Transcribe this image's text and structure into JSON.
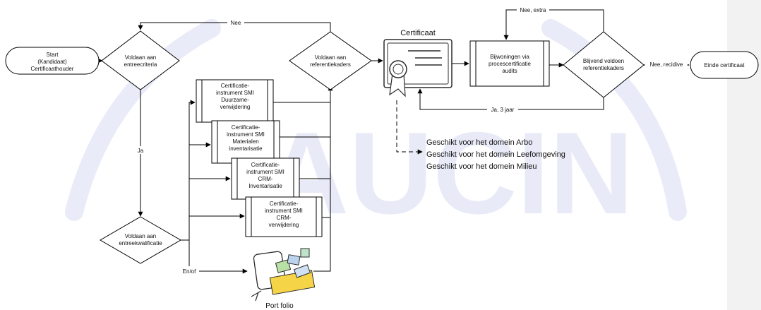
{
  "nodes": {
    "start": [
      "Start",
      "(Kandidaat)",
      "Certificaathouder"
    ],
    "entree_criteria": [
      "Voldaan aan",
      "entreecriteria"
    ],
    "entree_kwalificatie": [
      "Voldaan aan",
      "entreekwalificatie"
    ],
    "referentiekaders": [
      "Voldaan aan",
      "referentiekaders"
    ],
    "instrument_1": [
      "Certificatie-",
      "instrument SMI",
      "Duurzame-",
      "verwijdering"
    ],
    "instrument_2": [
      "Certificatie-",
      "instrument SMI",
      "Materialen",
      "inventarisatie"
    ],
    "instrument_3": [
      "Certificatie-",
      "instrument SMI",
      "CRM-",
      "Inventarisatie"
    ],
    "instrument_4": [
      "Certificatie-",
      "instrument SMI",
      "CRM-",
      "verwijdering"
    ],
    "certificaat": "Certificaat",
    "bijwoningen": [
      "Bijwoningen via",
      "procescertificatie",
      "audits"
    ],
    "blijvend": [
      "Blijvend voldoen",
      "referentiekaders"
    ],
    "einde": "Einde certificaat",
    "portfolio": "Port folio"
  },
  "edges": {
    "nee": "Nee",
    "ja": "Ja",
    "en_of": "En/of",
    "nee_extra": "Nee, extra",
    "nee_recidive": "Nee, recidive",
    "ja_3_jaar": "Ja, 3 jaar"
  },
  "domains": [
    "Geschikt voor het domein Arbo",
    "Geschikt voor het domein Leefomgeving",
    "Geschikt voor het domein Milieu"
  ],
  "watermark": "AUCIN",
  "colors": {
    "watermark": "#5964c9",
    "sidebar": "#f2f2f2"
  }
}
